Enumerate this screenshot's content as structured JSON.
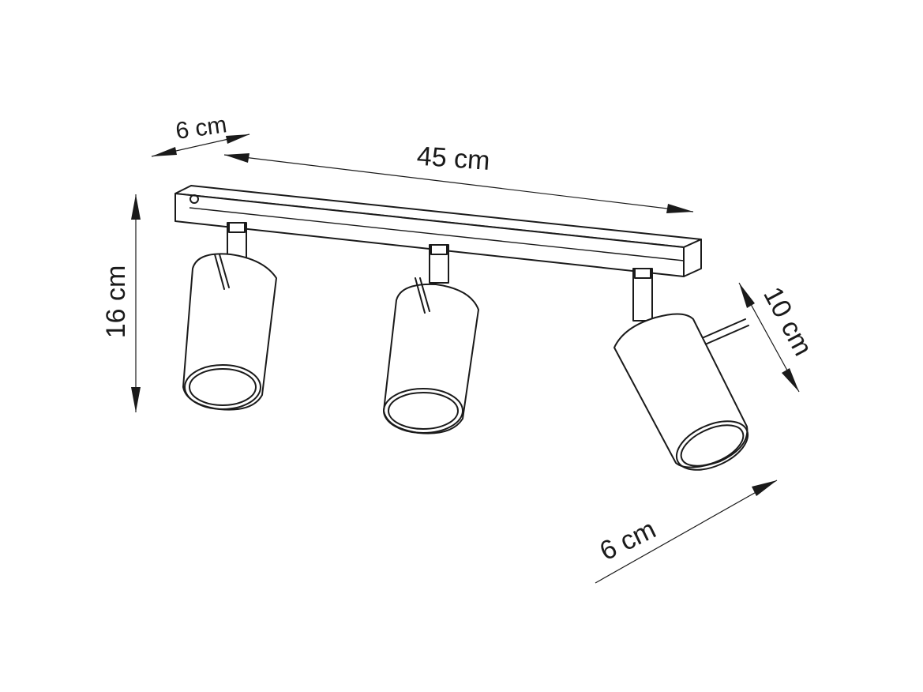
{
  "dimensions": {
    "depth_top": "6 cm",
    "length": "45 cm",
    "height": "16 cm",
    "spot_length": "10 cm",
    "spot_diameter": "6 cm"
  }
}
